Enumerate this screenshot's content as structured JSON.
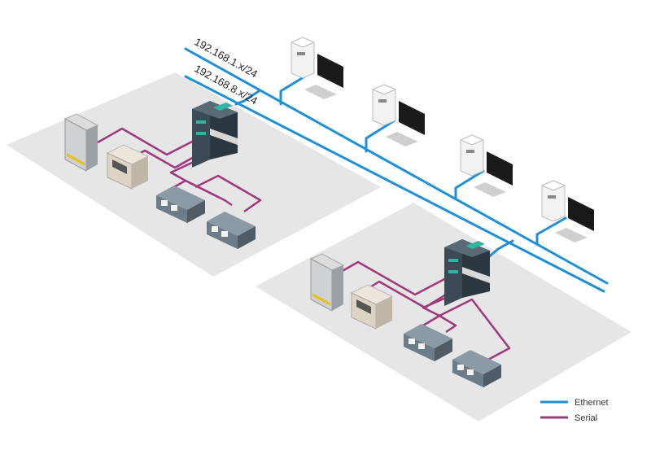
{
  "networks": {
    "upper": "192.168.1.x/24",
    "lower": "192.168.8.x/24"
  },
  "legend": {
    "ethernet": {
      "label": "Ethernet",
      "color": "#1f8fd8"
    },
    "serial": {
      "label": "Serial",
      "color": "#a0387e"
    }
  },
  "colors": {
    "floor": "#e6e6e6",
    "ethernet": "#1f8fd8",
    "serial": "#a0387e",
    "gateway_body": "#3b4a55",
    "gateway_accent": "#2fb5a0",
    "pc_body": "#f2f2f2",
    "monitor": "#1a1a1a"
  },
  "icons": {
    "gateway": "gateway-device-icon",
    "pc": "desktop-computer-icon",
    "cabinet": "switchgear-cabinet-icon",
    "meter": "power-meter-icon",
    "relay": "protection-relay-icon"
  }
}
